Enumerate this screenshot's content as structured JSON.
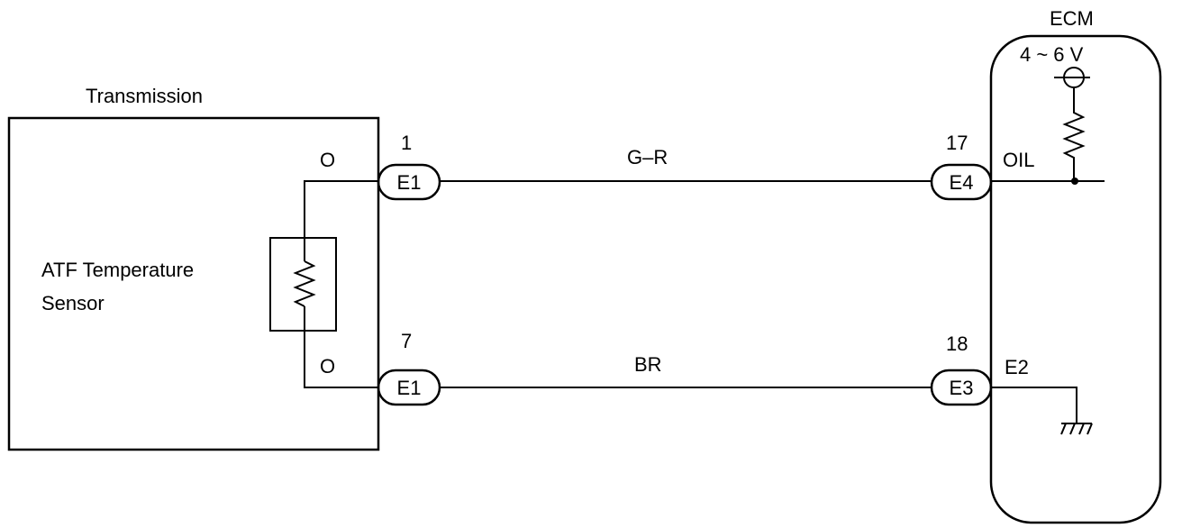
{
  "transmission": {
    "title": "Transmission",
    "sensor_line1": "ATF Temperature",
    "sensor_line2": "Sensor",
    "pin_marker_top": "O",
    "pin_marker_bottom": "O"
  },
  "ecm": {
    "title": "ECM",
    "voltage": "4 ~ 6 V",
    "terminal_oil": "OIL",
    "terminal_e2": "E2"
  },
  "connectors": [
    {
      "label": "E1",
      "pin": "1"
    },
    {
      "label": "E1",
      "pin": "7"
    },
    {
      "label": "E4",
      "pin": "17"
    },
    {
      "label": "E3",
      "pin": "18"
    }
  ],
  "wires": [
    {
      "color_code": "G–R"
    },
    {
      "color_code": "BR"
    }
  ]
}
